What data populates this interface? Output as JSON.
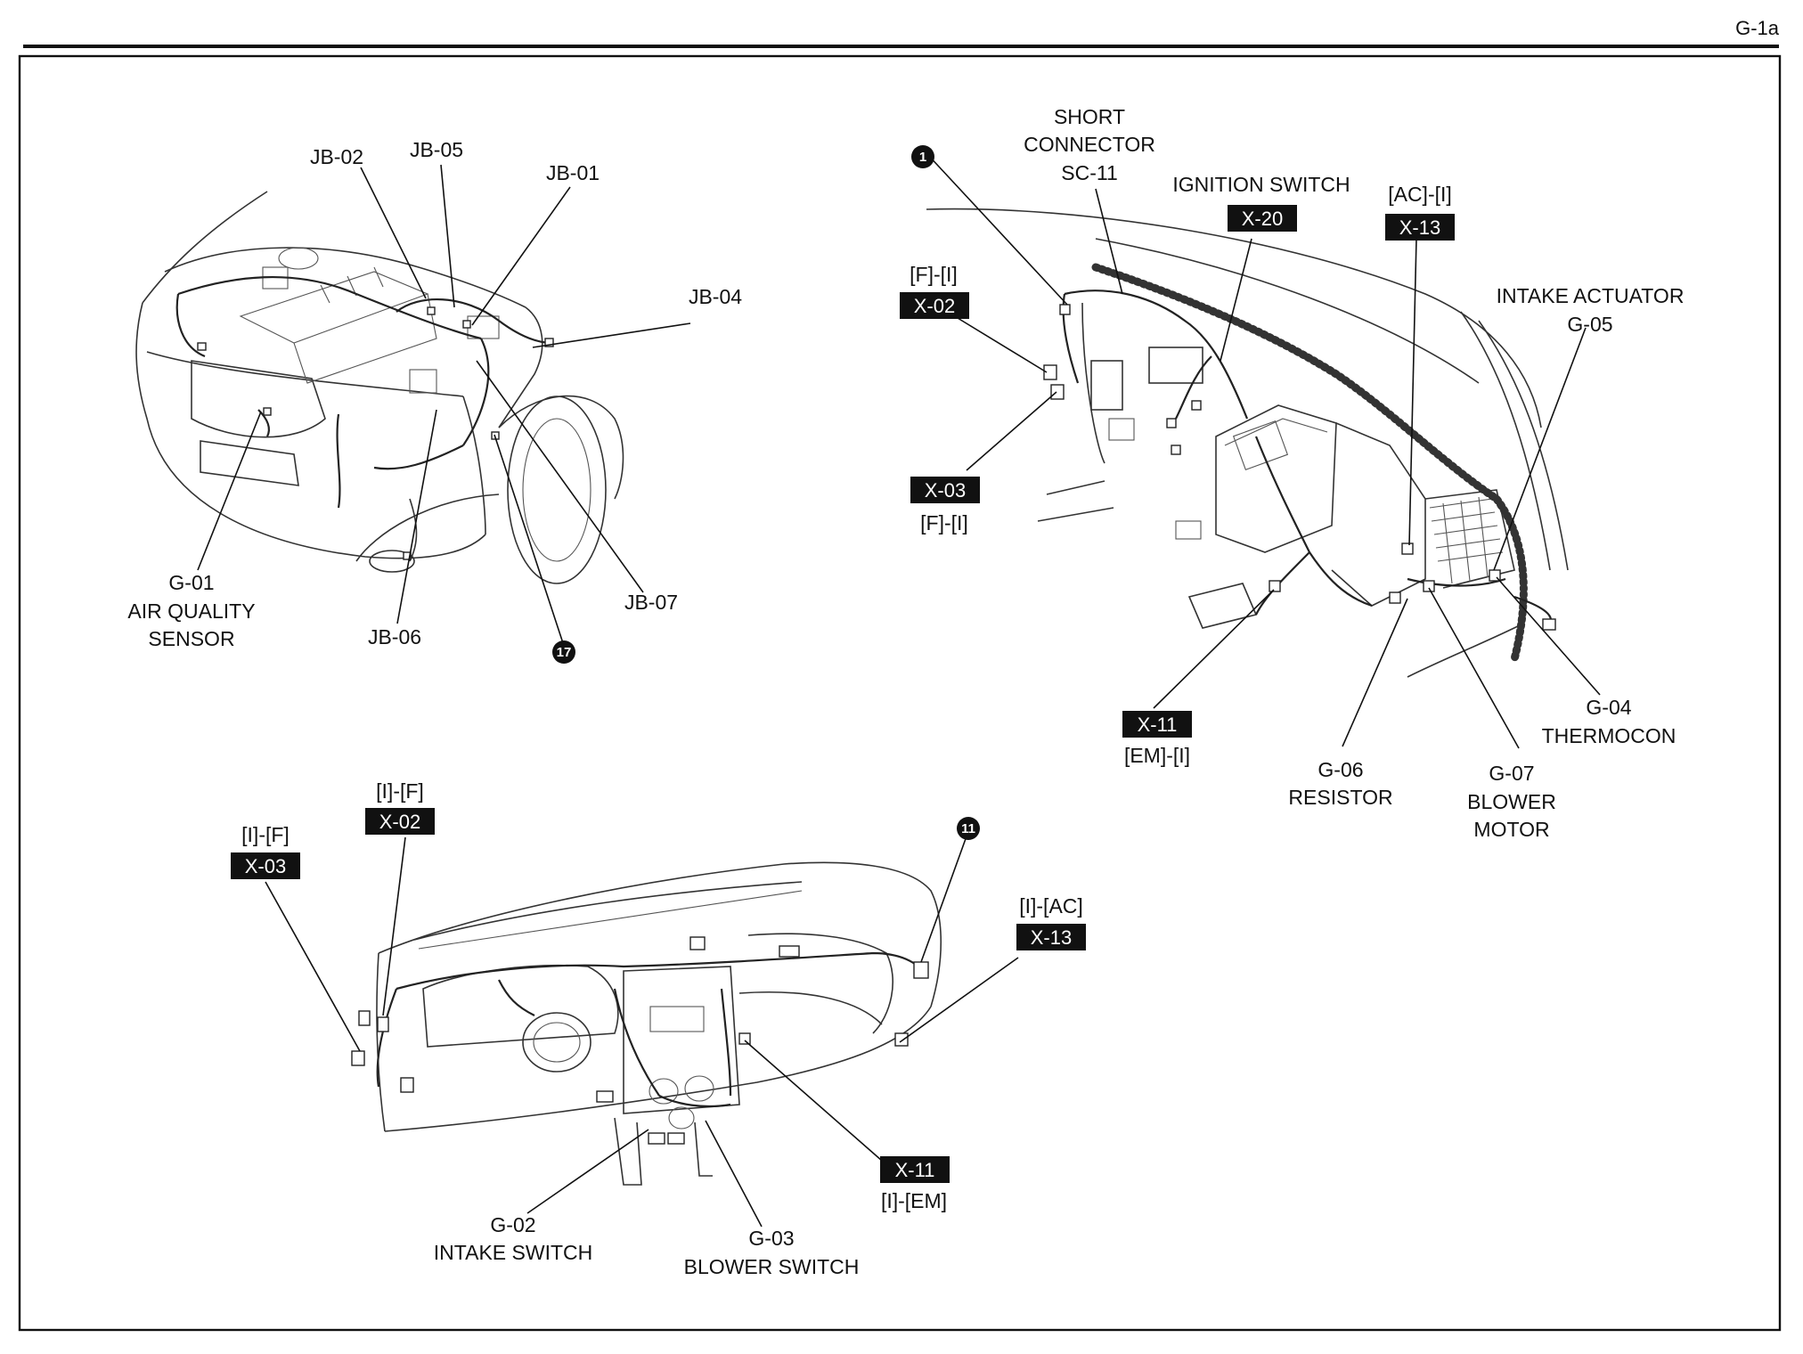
{
  "page": {
    "number": "G-1a"
  },
  "colors": {
    "ink": "#111111",
    "tag_bg": "#111111",
    "tag_text": "#ffffff",
    "paper": "#ffffff"
  },
  "engine_view": {
    "labels": {
      "jb02": "JB-02",
      "jb05": "JB-05",
      "jb01": "JB-01",
      "jb04": "JB-04",
      "jb07": "JB-07",
      "jb06": "JB-06",
      "g01_code": "G-01",
      "g01_name1": "AIR QUALITY",
      "g01_name2": "SENSOR"
    },
    "badge": "17"
  },
  "hvac_view": {
    "labels": {
      "short1": "SHORT",
      "short2": "CONNECTOR",
      "short3": "SC-11",
      "ignition": "IGNITION SWITCH",
      "ac_i": "[AC]-[I]",
      "f_i_top": "[F]-[I]",
      "f_i_bottom": "[F]-[I]",
      "intake_act1": "INTAKE ACTUATOR",
      "intake_act2": "G-05",
      "em_i": "[EM]-[I]",
      "g06_code": "G-06",
      "g06_name": "RESISTOR",
      "g07_code": "G-07",
      "g07_name1": "BLOWER",
      "g07_name2": "MOTOR",
      "g04_code": "G-04",
      "g04_name": "THERMOCON"
    },
    "tags": {
      "x20": "X-20",
      "x13": "X-13",
      "x02": "X-02",
      "x03": "X-03",
      "x11": "X-11"
    },
    "badge": "1"
  },
  "dash_view": {
    "labels": {
      "i_f_left": "[I]-[F]",
      "i_f_mid": "[I]-[F]",
      "i_ac": "[I]-[AC]",
      "i_em": "[I]-[EM]",
      "g02_code": "G-02",
      "g02_name": "INTAKE SWITCH",
      "g03_code": "G-03",
      "g03_name": "BLOWER SWITCH"
    },
    "tags": {
      "x03": "X-03",
      "x02": "X-02",
      "x13": "X-13",
      "x11": "X-11"
    },
    "badge": "11"
  }
}
